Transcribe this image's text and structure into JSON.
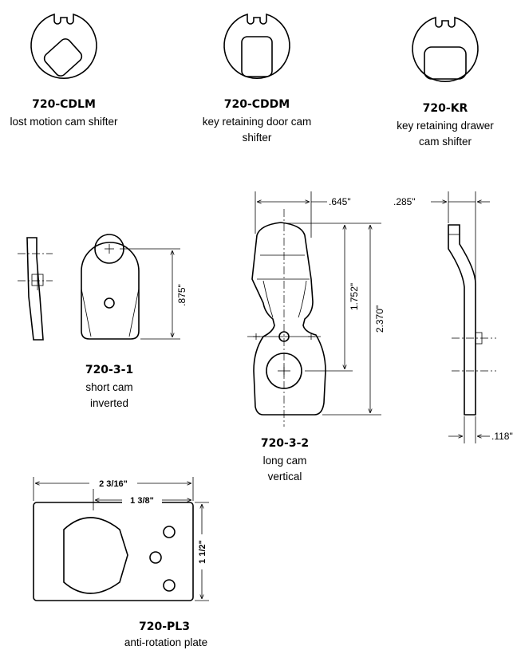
{
  "parts": {
    "cdlm": {
      "code": "720-CDLM",
      "desc": [
        "lost motion cam shifter"
      ]
    },
    "cddm": {
      "code": "720-CDDM",
      "desc": [
        "key retaining door cam",
        "shifter"
      ]
    },
    "kr": {
      "code": "720-KR",
      "desc": [
        "key retaining drawer",
        "cam shifter"
      ]
    },
    "cam31": {
      "code": "720-3-1",
      "desc": [
        "short cam",
        "inverted"
      ]
    },
    "cam32": {
      "code": "720-3-2",
      "desc": [
        "long cam",
        "vertical"
      ]
    },
    "pl3": {
      "code": "720-PL3",
      "desc": [
        "anti-rotation plate"
      ]
    }
  },
  "dimensions": {
    "cam31_height": ".875\"",
    "cam32_width": ".645\"",
    "cam32_inner": "1.752\"",
    "cam32_overall": "2.370\"",
    "side_offset": ".285\"",
    "side_thickness": ".118\"",
    "plate_width": "2 3/16\"",
    "plate_inner": "1 3/8\"",
    "plate_height": "1 1/2\""
  }
}
